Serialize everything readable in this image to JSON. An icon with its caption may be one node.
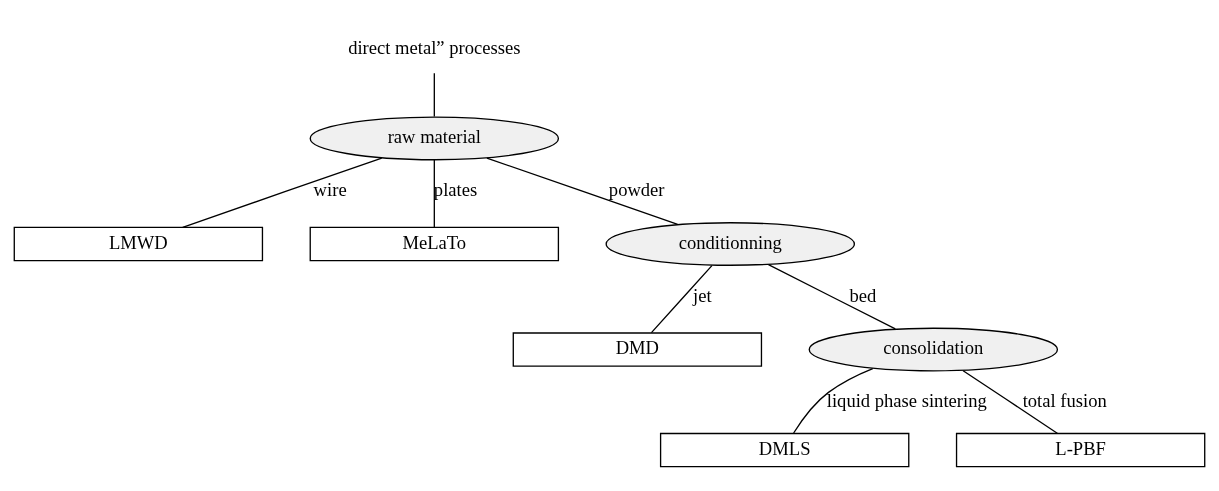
{
  "diagram": {
    "nodes": [
      {
        "text": [
          "direct metal” processes"
        ]
      },
      {
        "text": [
          "raw material"
        ]
      },
      {
        "text": [
          "LMWD"
        ]
      },
      {
        "text": [
          "MeLaTo"
        ]
      },
      {
        "text": [
          "conditionning"
        ]
      },
      {
        "text": [
          "DMD"
        ]
      },
      {
        "text": [
          "consolidation"
        ]
      },
      {
        "text": [
          "DMLS"
        ]
      },
      {
        "text": [
          "L-PBF"
        ]
      }
    ],
    "edges": [
      {
        "from": 0,
        "to": 1,
        "arrow": "none"
      },
      {
        "from": 1,
        "to": 2,
        "arrow": "none",
        "label": "wire"
      },
      {
        "from": 1,
        "to": 3,
        "arrow": "none",
        "label": "plates"
      },
      {
        "from": 1,
        "to": 4,
        "arrow": "none",
        "label": "powder"
      },
      {
        "from": 4,
        "to": 6,
        "arrow": "none",
        "label": "bed"
      },
      {
        "from": 4,
        "to": 5,
        "arrow": "none",
        "label": "jet"
      },
      {
        "from": 6,
        "to": 7,
        "arrow": "none",
        "label": "liquid phase sintering"
      },
      {
        "from": 6,
        "to": 8,
        "arrow": "none",
        "label": "total fusion"
      }
    ]
  }
}
